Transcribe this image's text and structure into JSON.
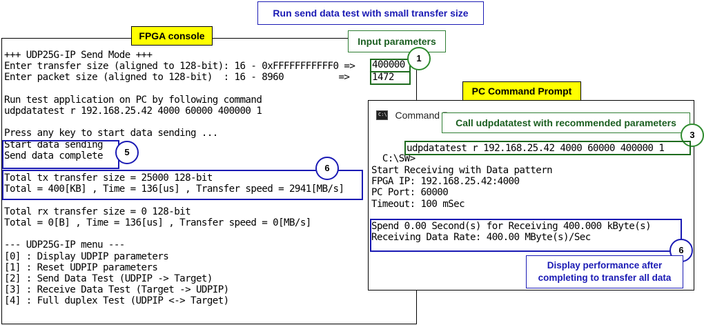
{
  "header_title": "Run send data test with small transfer size",
  "fpga": {
    "label": "FPGA console",
    "lines": [
      "+++ UDP25G-IP Send Mode +++",
      "Enter transfer size (aligned to 128-bit): 16 - 0xFFFFFFFFFFF0 =>",
      "Enter packet size (aligned to 128-bit)  : 16 - 8960          =>",
      "",
      "Run test application on PC by following command",
      "udpdatatest r 192.168.25.42 4000 60000 400000 1",
      "",
      "Press any key to start data sending ...",
      "Start data sending",
      "Send data complete",
      "",
      "Total tx transfer size = 25000 128-bit",
      "Total = 400[KB] , Time = 136[us] , Transfer speed = 2941[MB/s]",
      "",
      "Total rx transfer size = 0 128-bit",
      "Total = 0[B] , Time = 136[us] , Transfer speed = 0[MB/s]",
      "",
      "--- UDP25G-IP menu ---",
      "[0] : Display UDPIP parameters",
      "[1] : Reset UDPIP parameters",
      "[2] : Send Data Test (UDPIP -> Target)",
      "[3] : Receive Data Test (Target -> UDPIP)",
      "[4] : Full duplex Test (UDPIP <-> Target)"
    ],
    "transfer_input": "400000",
    "packet_input": "1472"
  },
  "pc": {
    "label": "PC Command Prompt",
    "window_title": "Command P",
    "prompt": "C:\\SW>",
    "command": "udpdatatest r 192.168.25.42 4000 60000 400000 1",
    "lines": [
      "Start Receiving with Data pattern",
      "FPGA IP: 192.168.25.42:4000",
      "PC Port: 60000",
      "Timeout: 100 mSec",
      "",
      "Spend 0.00 Second(s) for Receiving 400.000 kByte(s)",
      "Receiving Data Rate: 400.00 MByte(s)/Sec"
    ]
  },
  "callouts": {
    "input_params": "Input parameters",
    "call_udp": "Call udpdatatest with recommended parameters",
    "display_perf_line1": "Display performance after",
    "display_perf_line2": "completing to transfer all data"
  },
  "badges": {
    "b1": "1",
    "b3": "3",
    "b5": "5",
    "b6a": "6",
    "b6b": "6"
  },
  "colors": {
    "accent_blue": "#1a1ab4",
    "accent_green": "#2e7d32",
    "label_yellow": "#ffff00"
  }
}
